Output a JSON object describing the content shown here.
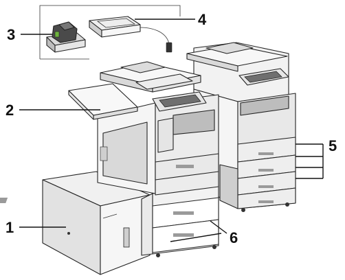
{
  "callouts": [
    {
      "id": "1",
      "label": "1"
    },
    {
      "id": "2",
      "label": "2"
    },
    {
      "id": "3",
      "label": "3"
    },
    {
      "id": "4",
      "label": "4"
    },
    {
      "id": "5",
      "label": "5"
    },
    {
      "id": "6",
      "label": "6"
    }
  ],
  "colors": {
    "outline": "#222222",
    "body_light": "#f2f2f2",
    "body_mid": "#d9d9d9",
    "body_dark": "#9a9a9a",
    "screen": "#6f6f6f",
    "accent_green": "#6fb43f",
    "text": "#111111"
  },
  "icons": {
    "stapler_cartridge": "stapler-icon",
    "card_reader": "card-reader-icon",
    "printer_main": "printer-icon",
    "printer_back": "printer-icon",
    "high_capacity_feeder": "paper-tray-icon"
  }
}
